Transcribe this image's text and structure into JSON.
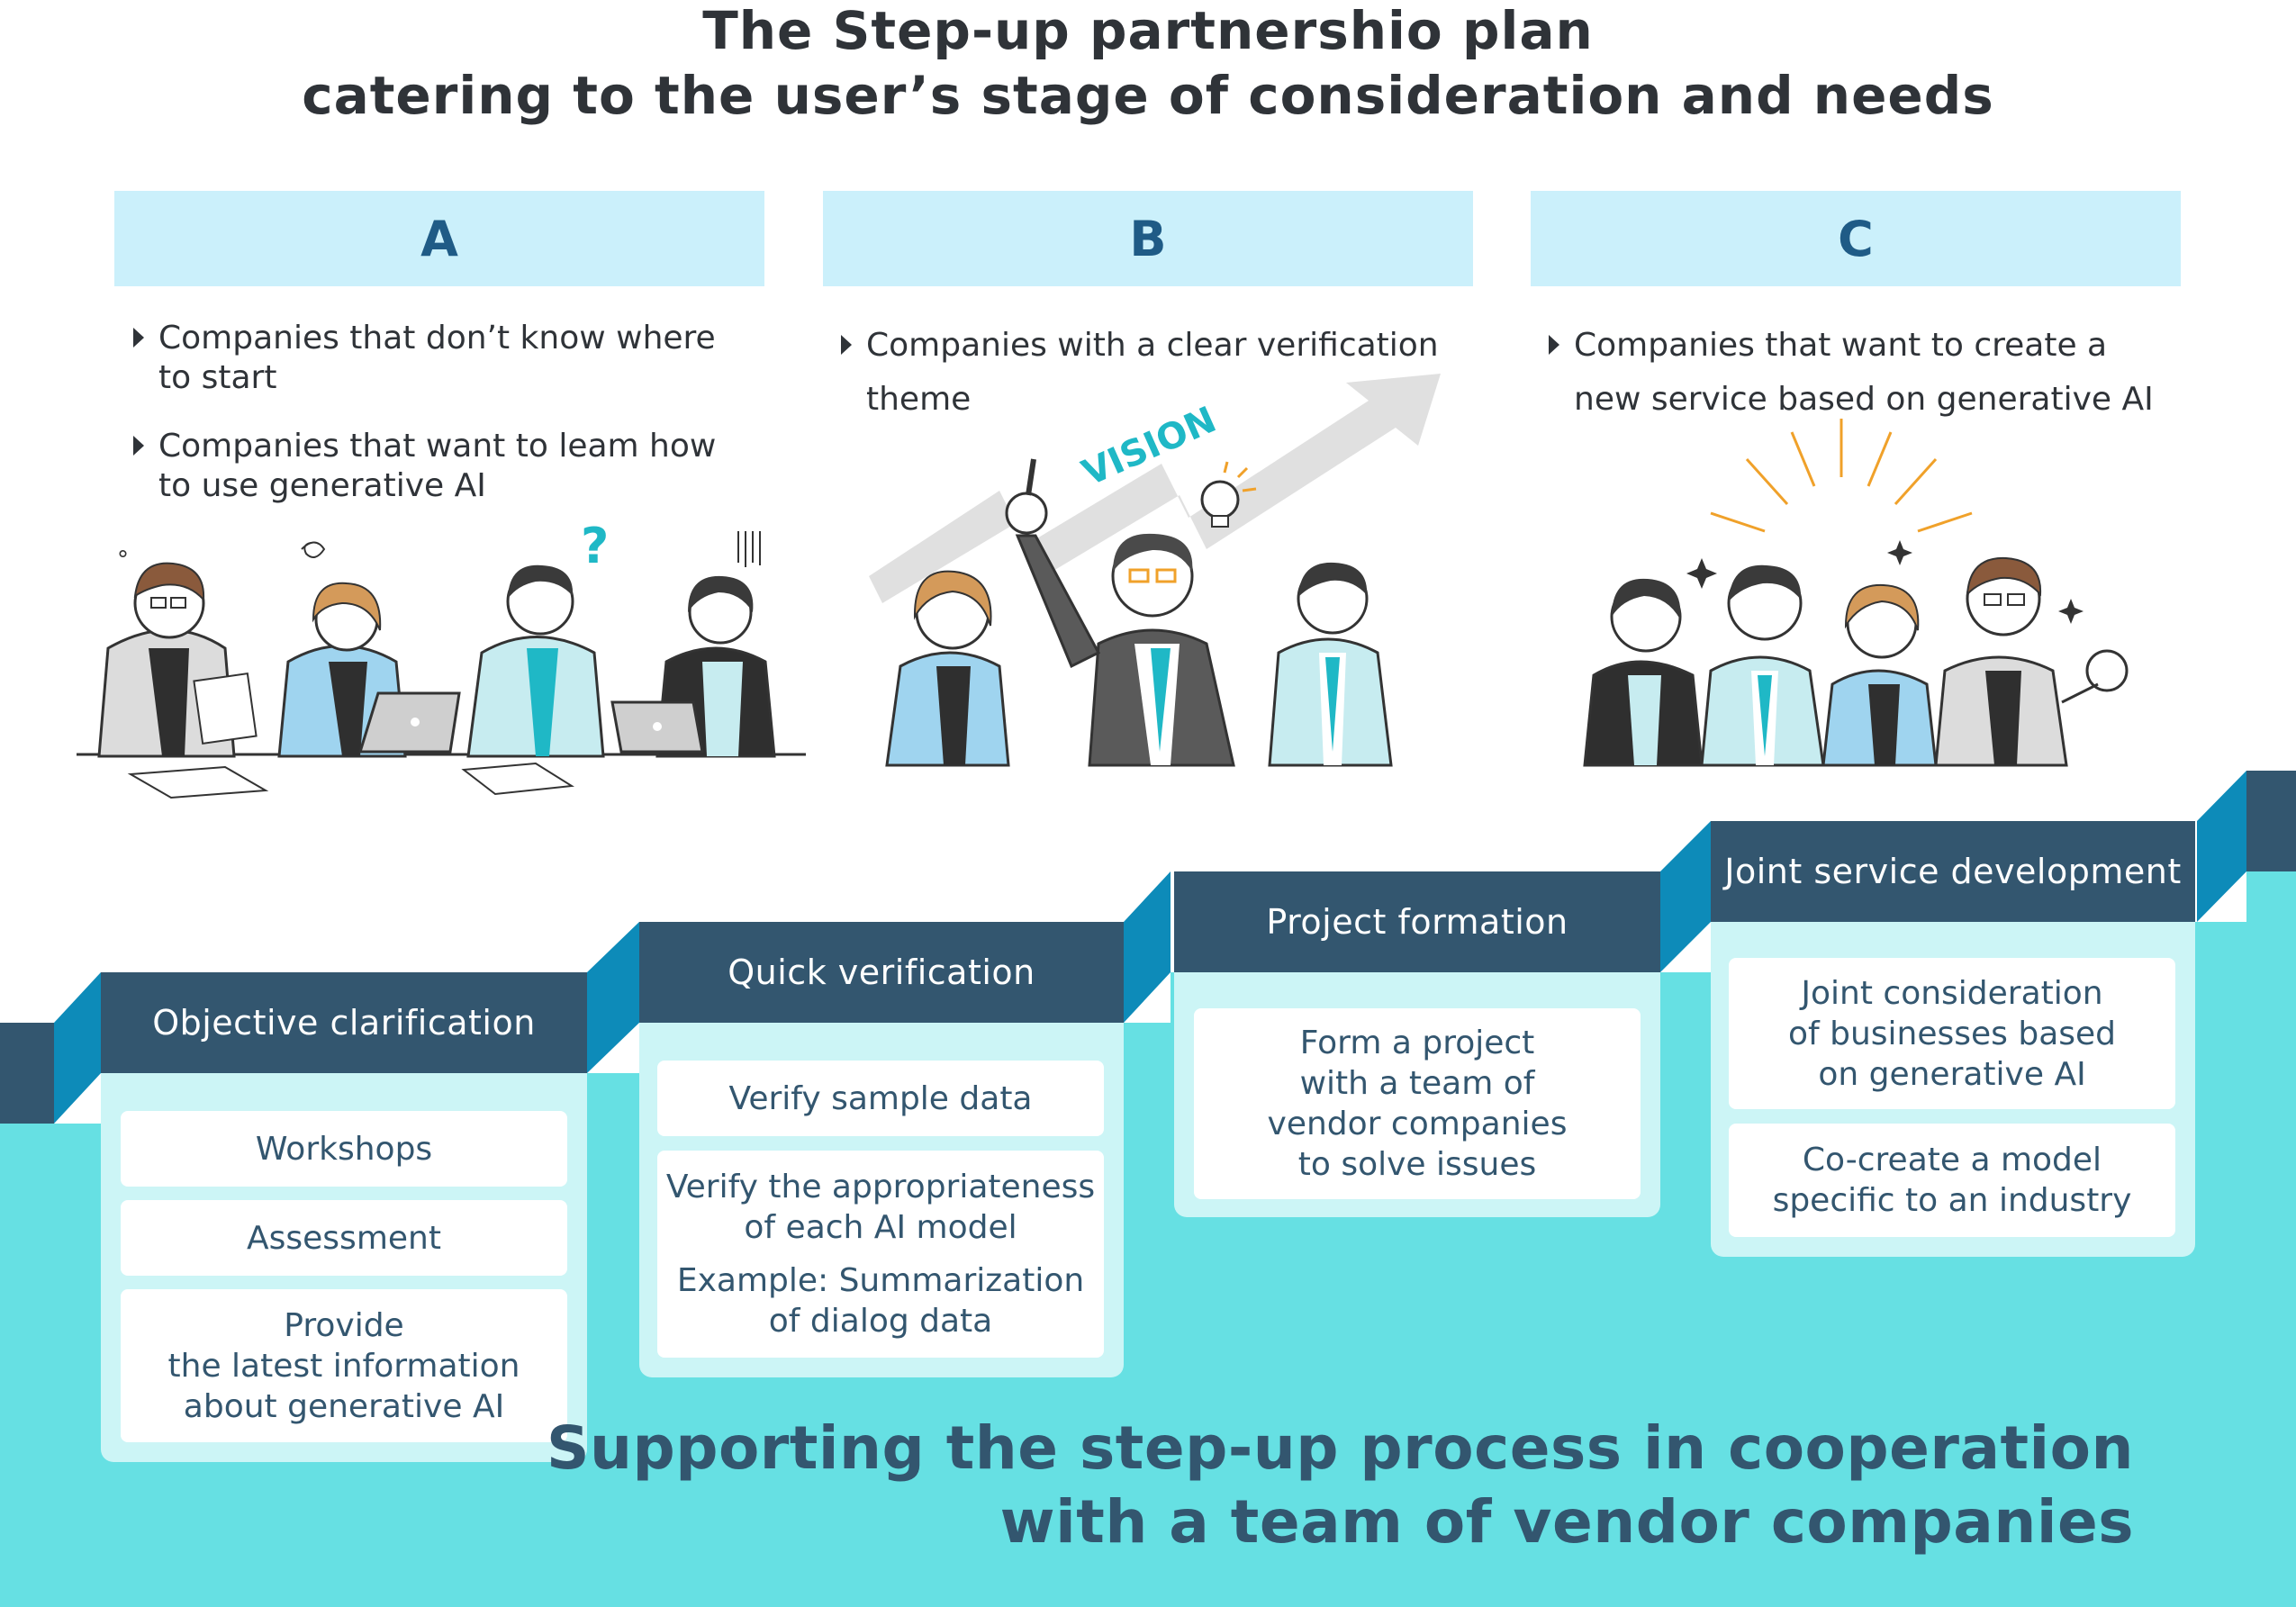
{
  "title": {
    "line1": "The Step-up partnershio plan",
    "line2": "catering to the user’s stage of consideration and needs"
  },
  "columns": [
    {
      "letter": "A",
      "bullets": [
        [
          "Companies that don’t know where",
          "to start"
        ],
        [
          "Companies that want to leam how",
          "to use generative AI"
        ]
      ]
    },
    {
      "letter": "B",
      "bullets": [
        [
          "Companies with a clear verification",
          "theme"
        ]
      ],
      "scene_text": "VISION"
    },
    {
      "letter": "C",
      "bullets": [
        [
          "Companies that want to create a",
          "new service based on generative AI"
        ]
      ]
    }
  ],
  "steps": [
    {
      "title": "Objective clarification",
      "cards": [
        [
          "Workshops"
        ],
        [
          "Assessment"
        ],
        [
          "Provide",
          "the latest information",
          "about generative AI"
        ]
      ]
    },
    {
      "title": "Quick verification",
      "cards": [
        [
          "Verify sample data"
        ],
        [
          "Verify the appropriateness",
          "of each AI model",
          "",
          "Example: Summarization",
          "of dialog data"
        ]
      ]
    },
    {
      "title": "Project formation",
      "cards": [
        [
          "Form a project",
          "with a team of",
          "vendor companies",
          "to solve issues"
        ]
      ]
    },
    {
      "title": "Joint service development",
      "cards": [
        [
          "Joint consideration",
          "of businesses based",
          "on generative AI"
        ],
        [
          "Co-create a model",
          "specific to an industry"
        ]
      ]
    }
  ],
  "bottom": {
    "line1": "Supporting the step-up process in cooperation",
    "line2": "with a team of vendor companies"
  },
  "colors": {
    "title_text": "#2f3338",
    "letter_bar": "#cbf0fb",
    "letter_text": "#1f5b86",
    "step_header": "#33566f",
    "step_panel": "#ccf5f6",
    "stair_fill": "#66e0e3",
    "stair_riser": "#0d8bb9",
    "accent_teal": "#1fb8c6",
    "accent_orange": "#f0a12a"
  },
  "icons": [
    "play-bullet-icon",
    "question-mark-icon",
    "light-bulb-icon",
    "vision-arrow-icon",
    "sparkle-icon",
    "laptop-icon"
  ]
}
